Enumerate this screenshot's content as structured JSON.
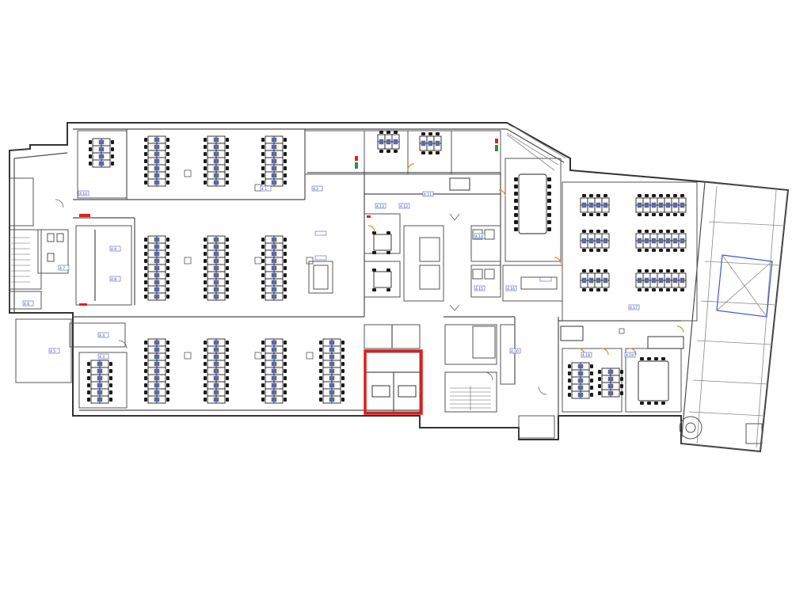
{
  "plan": {
    "type": "office floor plan",
    "highlight_color": "#e21c1c",
    "wall_color": "#4d4d4d",
    "room_label_color": "#2f3db5"
  },
  "room_labels": [
    "4.10",
    "4.9",
    "4.8",
    "4.7",
    "4.6",
    "4.5",
    "4.4",
    "4.3",
    "4.2",
    "4.1",
    "4.11",
    "4.12",
    "4.13",
    "4.14",
    "4.15",
    "4.16",
    "4.17",
    "4.18",
    "4.19",
    "4.20"
  ],
  "icons": {
    "door": "door-swing-icon",
    "stair": "stair-icon",
    "desk": "desk-icon"
  }
}
